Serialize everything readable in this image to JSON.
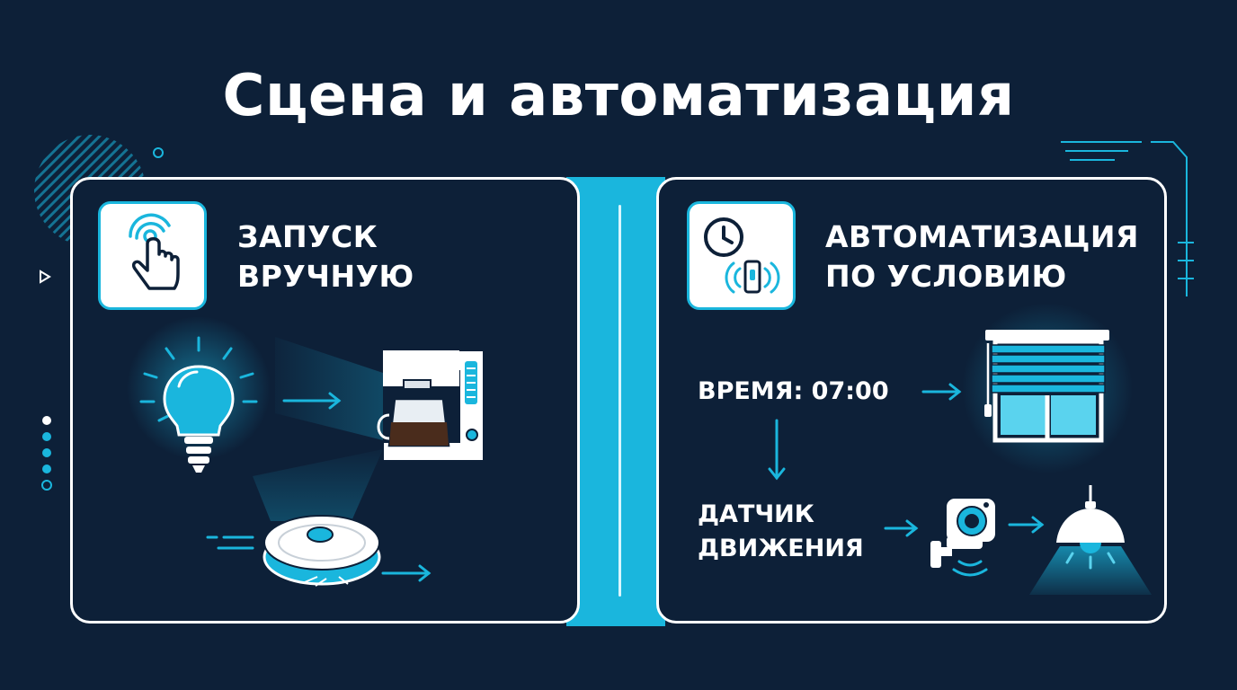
{
  "page": {
    "title": "Сцена и автоматизация"
  },
  "colors": {
    "background": "#0d2038",
    "accent": "#1ab6dd",
    "panel_border": "#ffffff",
    "text": "#ffffff"
  },
  "manual": {
    "heading_line1": "ЗАПУСК",
    "heading_line2": "ВРУЧНУЮ",
    "icon": "hand-tap-icon",
    "devices": [
      "light-bulb-icon",
      "coffee-machine-icon",
      "robot-vacuum-icon"
    ]
  },
  "automation": {
    "heading_line1": "АВТОМАТИЗАЦИЯ",
    "heading_line2": "ПО УСЛОВИЮ",
    "icon": "clock-sensor-icon",
    "time_trigger": "ВРЕМЯ: 07:00",
    "motion_line1": "ДАТЧИК",
    "motion_line2": "ДВИЖЕНИЯ",
    "devices": [
      "window-blinds-icon",
      "motion-camera-icon",
      "ceiling-lamp-icon"
    ]
  }
}
